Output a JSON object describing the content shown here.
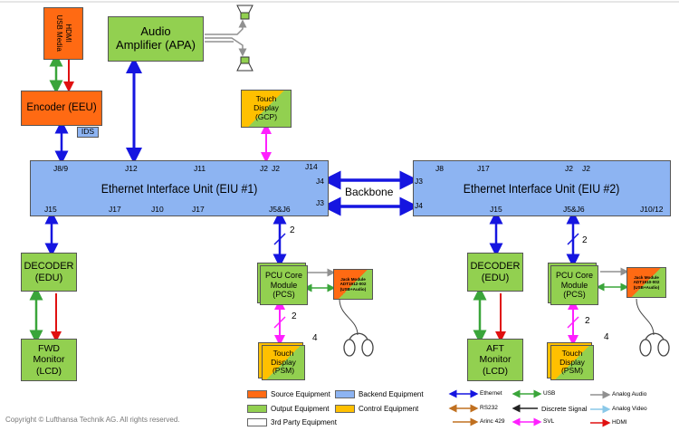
{
  "blocks": {
    "hdmi_usb_media": "HDMI\nUSB Media",
    "audio_amplifier": "Audio\nAmplifier (APA)",
    "encoder": "Encoder (EEU)",
    "ids": "IDS",
    "touch_display_gcp": "Touch\nDisplay\n(GCP)",
    "eiu1": "Ethernet Interface Unit (EIU #1)",
    "eiu2": "Ethernet Interface Unit (EIU #2)",
    "backbone": "Backbone",
    "decoder_left": "DECODER\n(EDU)",
    "fwd_monitor": "FWD\nMonitor\n(LCD)",
    "pcu_left": "PCU Core\nModule\n(PCS)",
    "jack_left": "Jack Module\nADT1912-002\n(USB+Audio)",
    "psm_left": "Touch\nDisplay\n(PSM)",
    "decoder_right": "DECODER\n(EDU)",
    "aft_monitor": "AFT\nMonitor\n(LCD)",
    "pcu_right": "PCU Core\nModule\n(PCS)",
    "jack_right": "Jack Module\nADT1910-002\n(USB+Audio)",
    "psm_right": "Touch\nDisplay\n(PSM)"
  },
  "ports": {
    "eiu1": [
      "J8/9",
      "J12",
      "J11",
      "J2",
      "J2",
      "J14",
      "J4",
      "J3",
      "J15",
      "J17",
      "J10",
      "J17",
      "J5&J6"
    ],
    "eiu2": [
      "J3",
      "J8",
      "J17",
      "J2",
      "J2",
      "J4",
      "J15",
      "J5&J6",
      "J10/12"
    ]
  },
  "annotations": {
    "count_2": "2",
    "count_4": "4"
  },
  "legend": {
    "source": "Source Equipment",
    "output": "Output Equipment",
    "third_party": "3rd Party Equipment",
    "backend": "Backend Equipment",
    "control": "Control Equipment",
    "ethernet": "Ethernet",
    "usb": "USB",
    "analog_audio": "Analog Audio",
    "rs232": "RS232",
    "discrete": "Discrete Signal",
    "analog_video": "Analog Video",
    "arinc": "Arinc 429",
    "svl": "SVL",
    "hdmi": "HDMI"
  },
  "colors": {
    "source": "#ff6a13",
    "output": "#92d050",
    "backend": "#8db4f2",
    "control": "#ffc000",
    "ethernet": "#1515e0",
    "usb": "#3aa53a",
    "hdmi": "#e01010",
    "svl": "#ff20ff",
    "analog_audio": "#909090"
  },
  "copyright": "Copyright © Lufthansa Technik AG. All rights reserved."
}
